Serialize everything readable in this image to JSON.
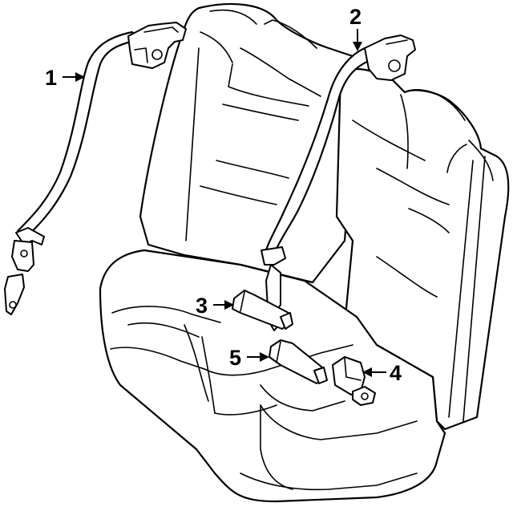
{
  "diagram": {
    "background": "#ffffff",
    "line_color": "#000000",
    "callouts": [
      {
        "id": "1",
        "label": "1"
      },
      {
        "id": "2",
        "label": "2"
      },
      {
        "id": "3",
        "label": "3"
      },
      {
        "id": "4",
        "label": "4"
      },
      {
        "id": "5",
        "label": "5"
      }
    ]
  }
}
